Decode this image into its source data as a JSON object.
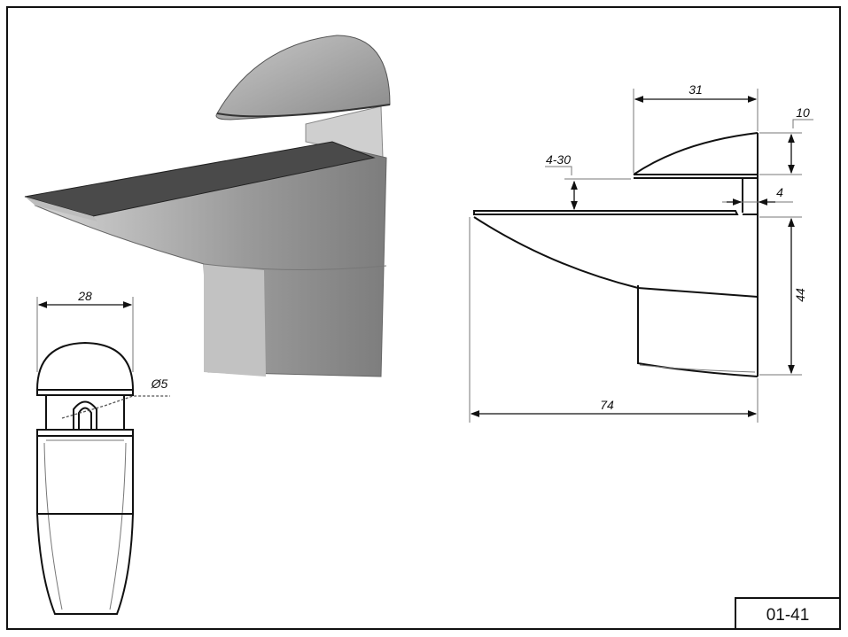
{
  "drawing": {
    "code": "01-41",
    "front_view": {
      "width_label": "28",
      "hole_label": "Ø5"
    },
    "side_view": {
      "top_width_label": "31",
      "clamp_height_label": "10",
      "gap_label": "4-30",
      "plate_label": "4",
      "body_height_label": "44",
      "total_depth_label": "74"
    }
  }
}
